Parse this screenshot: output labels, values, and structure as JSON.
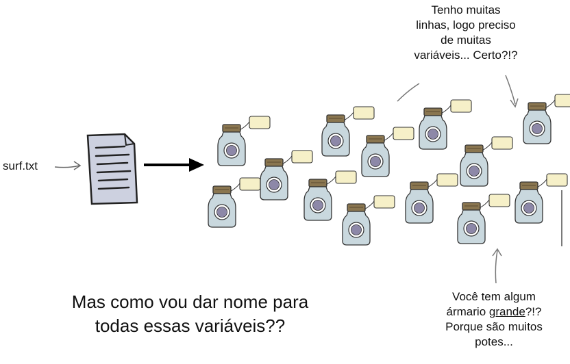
{
  "file": {
    "label": "surf.txt",
    "icon": "text-file-icon"
  },
  "bubbles": {
    "top": [
      "Tenho muitas",
      "linhas, logo preciso",
      "de muitas",
      "variáveis... Certo?!?"
    ],
    "bottom": {
      "line1": "Você tem algum",
      "line2_pre": "ármario ",
      "line2_underlined": "grande",
      "line2_post": "?!?",
      "line3": "Porque são muitos",
      "line4": "potes..."
    }
  },
  "question": [
    "Mas como vou dar nome para",
    "todas essas variáveis??"
  ],
  "icons": [
    "text-file-icon",
    "arrow-icon",
    "jar-icon",
    "label-tag-icon"
  ],
  "colors": {
    "jar_glass": "#c9d8de",
    "jar_lid": "#8a7650",
    "jar_circle": "#8d88a8",
    "tag": "#f6f0c8",
    "outline": "#333333"
  }
}
